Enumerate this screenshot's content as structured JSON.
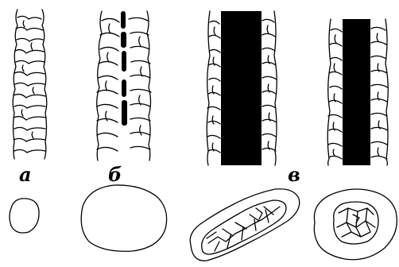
{
  "labels": {
    "a": "а",
    "b": "б",
    "c": "в"
  },
  "colors": {
    "ink": "#000000",
    "paper": "#ffffff"
  }
}
